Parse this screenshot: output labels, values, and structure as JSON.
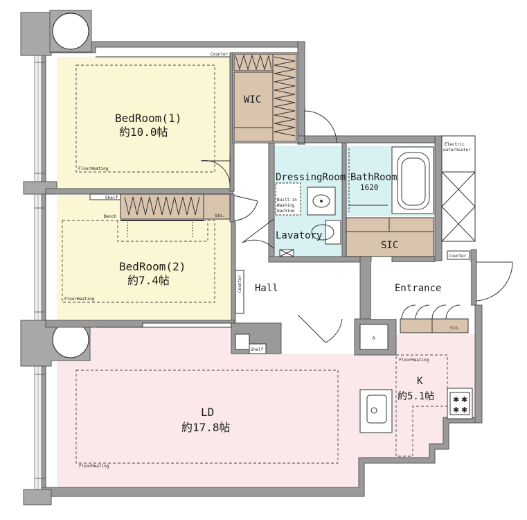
{
  "colors": {
    "bedroom_floor": "#fbf6d3",
    "ld_floor": "#fbe8ea",
    "wet_area": "#d8f1f2",
    "storage_brown": "#d9c4ae",
    "wall_gray": "#9a9a9a",
    "column_gray": "#a8a8a8"
  },
  "rooms": {
    "bedroom1": {
      "name": "BedRoom(1)",
      "size": "約10.0帖",
      "floor_label": "FloorHeating"
    },
    "bedroom2": {
      "name": "BedRoom(2)",
      "size": "約7.4帖",
      "floor_label": "FloorHeating"
    },
    "ld": {
      "name": "LD",
      "size": "約17.8帖",
      "floor_label": "FloorHeating"
    },
    "kitchen": {
      "name": "K",
      "size": "約5.1帖",
      "floor_label": "FloorHeating"
    },
    "wic": {
      "name": "WIC"
    },
    "sic": {
      "name": "SIC"
    },
    "dressing": {
      "name": "DressingRoom"
    },
    "bathroom": {
      "name": "BathRoom",
      "size": "1620"
    },
    "lavatory": {
      "name": "Lavatory"
    },
    "hall": {
      "name": "Hall"
    },
    "entrance": {
      "name": "Entrance"
    }
  },
  "fixtures": {
    "counter_top": "Counter",
    "counter_hall": "Counter",
    "counter_entrance": "Counter",
    "shelf_bedroom": "Shelf",
    "bench": "Bench",
    "sto_bedroom": "Sto.",
    "sto_entrance": "Sto.",
    "shelf_ld": "Shelf",
    "washer_line1": "Built-in",
    "washer_line2": "Washing",
    "washer_line3": "machine",
    "water_heater_line1": "Electric",
    "water_heater_line2": "waterheater",
    "fridge": "R"
  }
}
